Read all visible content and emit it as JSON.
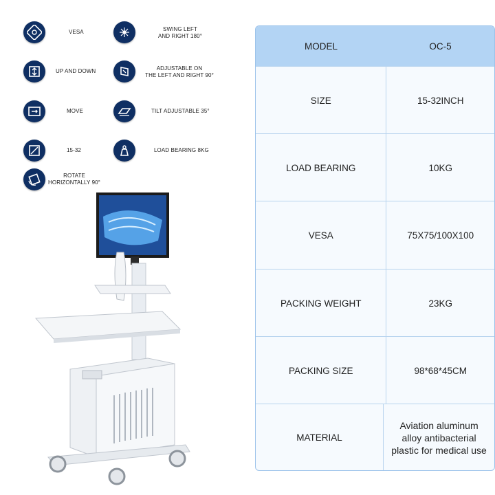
{
  "features": {
    "vesa": "VESA",
    "swing": [
      "SWING LEFT",
      "AND RIGHT 180°"
    ],
    "updown": "UP AND DOWN",
    "adjust": [
      "ADJUSTABLE ON",
      "THE LEFT AND RIGHT 90°"
    ],
    "move": "MOVE",
    "tilt": "TILT ADJUSTABLE 35°",
    "size": "15-32",
    "load": "LOAD BEARING 8KG",
    "rotate": [
      "ROTATE",
      "HORIZONTALLY 90°"
    ]
  },
  "spec_table": {
    "header": {
      "label": "MODEL",
      "value": "OC-5"
    },
    "rows": [
      {
        "label": "SIZE",
        "value": "15-32INCH"
      },
      {
        "label": "LOAD BEARING",
        "value": "10KG"
      },
      {
        "label": "VESA",
        "value": "75X75/100X100"
      },
      {
        "label": "PACKING WEIGHT",
        "value": "23KG"
      },
      {
        "label": "PACKING SIZE",
        "value": "98*68*45CM"
      },
      {
        "label": "MATERIAL",
        "value": [
          "Aviation aluminum",
          "alloy antibacterial",
          "plastic for medical use"
        ]
      }
    ]
  },
  "colors": {
    "icon_bg": "#0f2f63",
    "header_bg": "#b3d4f4",
    "table_border": "#9cc3ea"
  }
}
